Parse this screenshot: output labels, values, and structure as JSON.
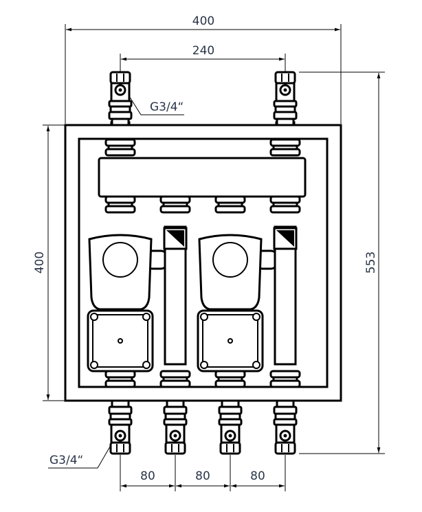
{
  "title": "Pump station dimension drawing",
  "dimensions": {
    "overall_width": "400",
    "valve_spacing_top": "240",
    "box_height": "400",
    "overall_height": "553",
    "spacing_1": "80",
    "spacing_2": "80",
    "spacing_3": "80"
  },
  "labels": {
    "thread_top": "G3/4“",
    "thread_bottom": "G3/4“"
  }
}
